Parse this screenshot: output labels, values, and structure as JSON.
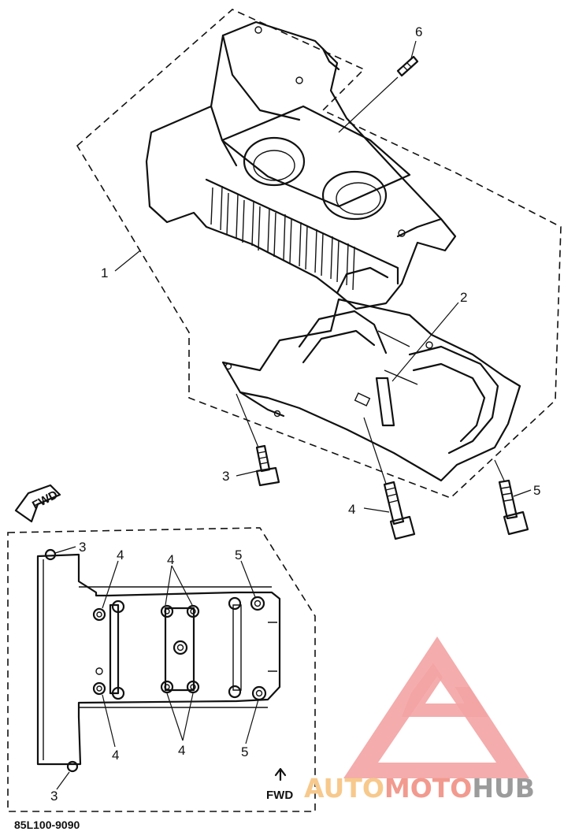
{
  "callouts": {
    "c1": "1",
    "c2": "2",
    "c3": "3",
    "c4": "4",
    "c5": "5",
    "c6": "6"
  },
  "inset_callouts": {
    "tl3": "3",
    "t4a": "4",
    "t4b": "4",
    "t5": "5",
    "b4a": "4",
    "b4b": "4",
    "b5": "5",
    "bl3": "3"
  },
  "fwd_badge": "FWD",
  "fwd_label": "FWD",
  "diagram_code": "85L100-9090",
  "watermark": {
    "part1": "AUTO",
    "part2": "MOTO",
    "part3": "HUB",
    "color_part1": "#f7c98c",
    "color_part2": "#f29a8f",
    "color_part3": "#9b9b9b",
    "logo_color": "#f3a3a3"
  }
}
